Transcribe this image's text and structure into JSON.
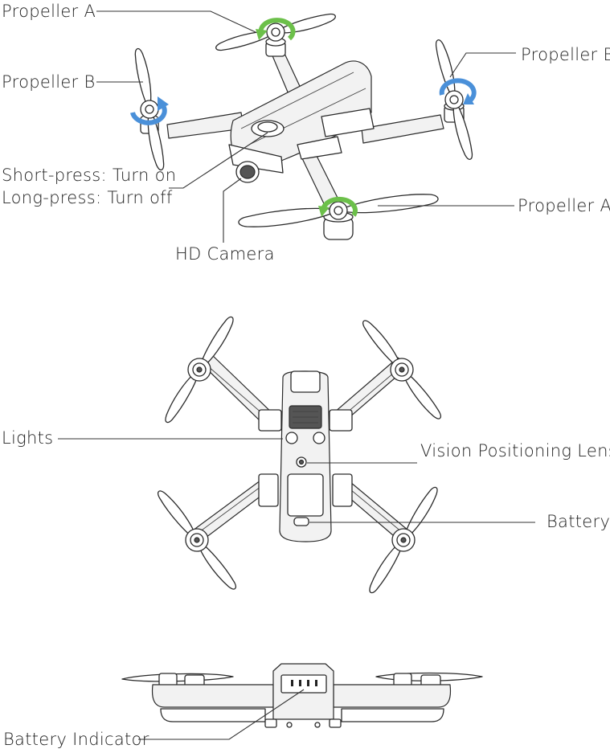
{
  "labels": {
    "propeller_a_top": "Propeller A",
    "propeller_b_left": "Propeller B",
    "propeller_b_right": "Propeller B",
    "power_short": "Short-press: Turn on",
    "power_long": "Long-press: Turn off",
    "propeller_a_bottom": "Propeller A",
    "hd_camera": "HD Camera",
    "lights": "Lights",
    "vision_lens": "Vision Positioning Lens",
    "battery": "Battery",
    "battery_indicator": "Battery Indicator"
  },
  "colors": {
    "rotation_arrow_a": "#6cc04a",
    "rotation_arrow_b": "#4a90d9",
    "line": "#333333"
  }
}
